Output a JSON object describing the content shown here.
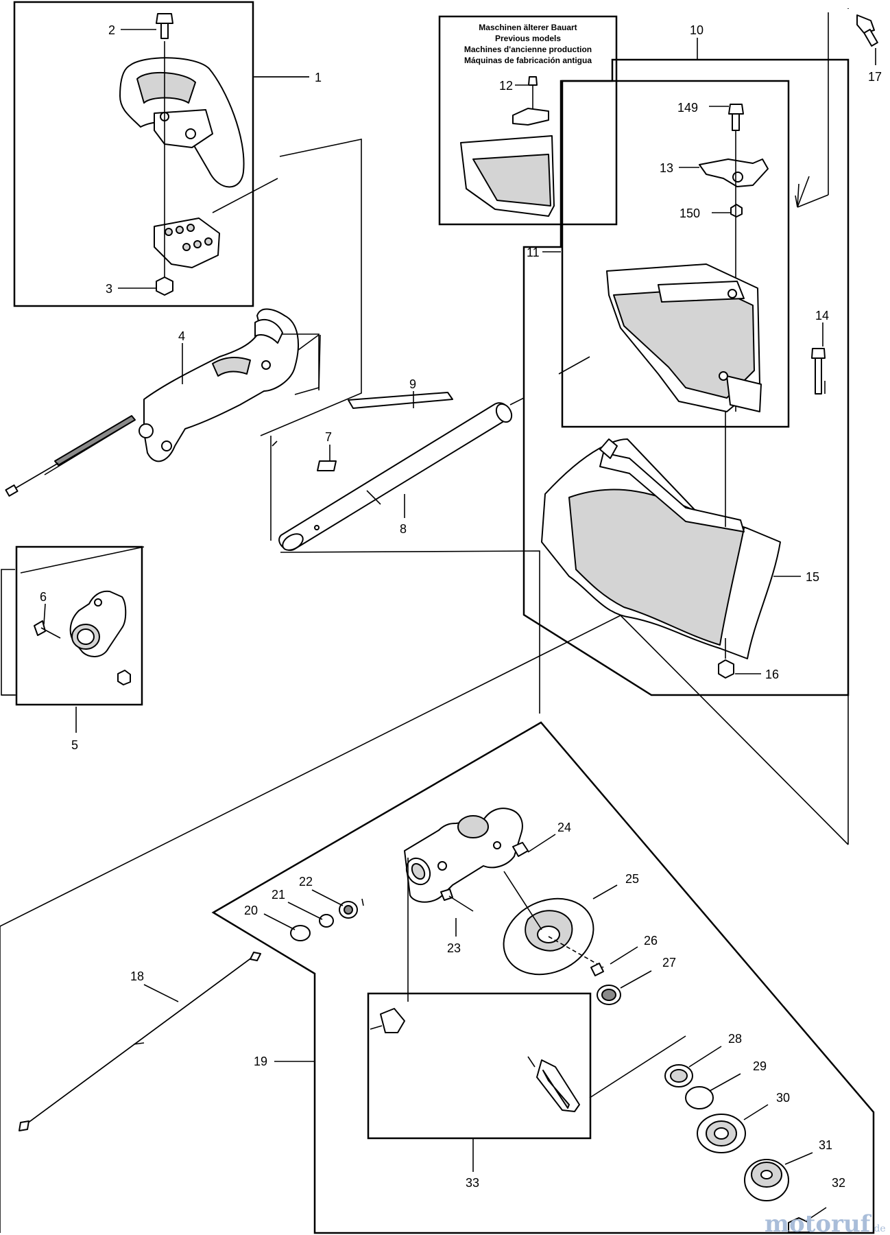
{
  "note": {
    "lines": [
      "Maschinen älterer Bauart",
      "Previous models",
      "Machines d'ancienne production",
      "Máquinas de fabricación antigua"
    ]
  },
  "labels": {
    "p1": "1",
    "p2": "2",
    "p3": "3",
    "p4": "4",
    "p5": "5",
    "p6": "6",
    "p7": "7",
    "p8": "8",
    "p9": "9",
    "p10": "10",
    "p11": "11",
    "p12": "12",
    "p13": "13",
    "p14": "14",
    "p15": "15",
    "p16": "16",
    "p17": "17",
    "p18": "18",
    "p19": "19",
    "p20": "20",
    "p21": "21",
    "p22": "22",
    "p23": "23",
    "p24": "24",
    "p25": "25",
    "p26": "26",
    "p27": "27",
    "p28": "28",
    "p29": "29",
    "p30": "30",
    "p31": "31",
    "p32": "32",
    "p33": "33",
    "p149": "149",
    "p150": "150"
  },
  "watermark": {
    "brand": "motoruf",
    "suffix": ".de"
  }
}
